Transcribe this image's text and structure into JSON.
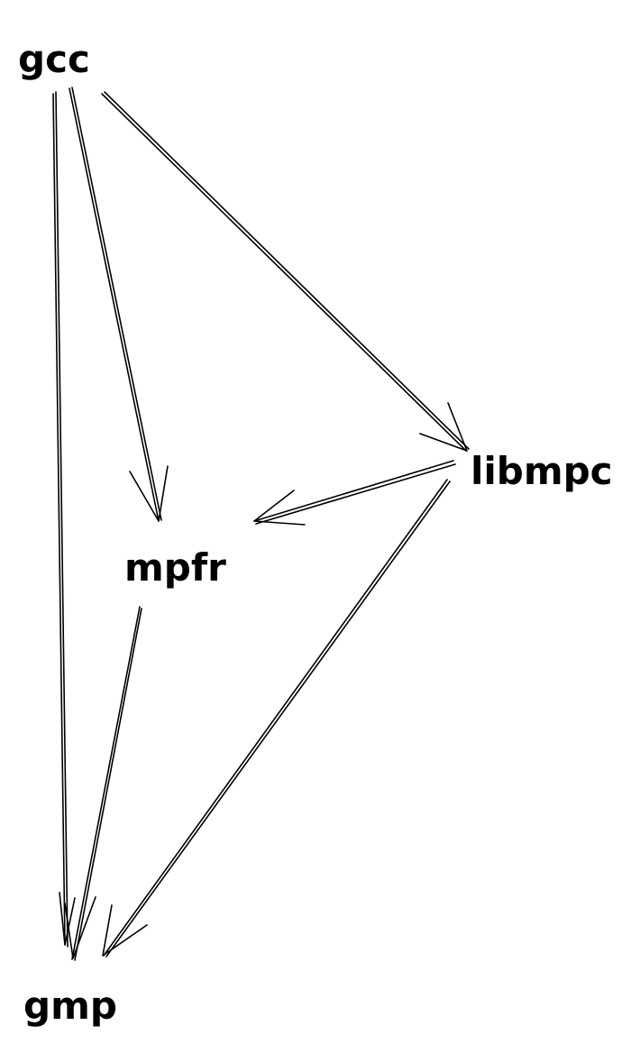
{
  "diagram": {
    "nodes": [
      {
        "id": "gcc",
        "label": "gcc"
      },
      {
        "id": "libmpc",
        "label": "libmpc"
      },
      {
        "id": "mpfr",
        "label": "mpfr"
      },
      {
        "id": "gmp",
        "label": "gmp"
      }
    ],
    "edges": [
      {
        "from": "gcc",
        "to": "gmp"
      },
      {
        "from": "gcc",
        "to": "mpfr"
      },
      {
        "from": "gcc",
        "to": "libmpc"
      },
      {
        "from": "libmpc",
        "to": "mpfr"
      },
      {
        "from": "libmpc",
        "to": "gmp"
      },
      {
        "from": "mpfr",
        "to": "gmp"
      }
    ],
    "colors": {
      "stroke": "#000000",
      "background": "#ffffff"
    }
  }
}
